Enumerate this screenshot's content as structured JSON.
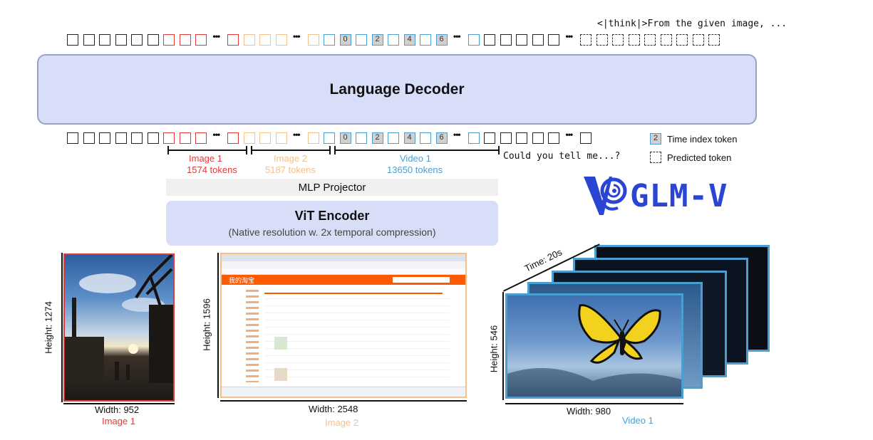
{
  "top_caption": "<|think|>From the given image, ...",
  "decoder_label": "Language Decoder",
  "question_text": "Could you tell me...?",
  "legend": {
    "time_index_sample": "2",
    "time_index_label": "Time index token",
    "predicted_label": "Predicted token"
  },
  "time_tokens": [
    "0",
    "2",
    "4",
    "6"
  ],
  "segments": {
    "image1": {
      "name": "Image 1",
      "tokens": "1574 tokens"
    },
    "image2": {
      "name": "Image 2",
      "tokens": "5187 tokens"
    },
    "video1": {
      "name": "Video 1",
      "tokens": "13650 tokens"
    }
  },
  "mlp_label": "MLP Projector",
  "vit": {
    "title": "ViT Encoder",
    "subtitle": "(Native resolution w. 2x temporal compression)"
  },
  "logo_text": "GLM-V",
  "image1": {
    "height_label": "Height: 1274",
    "width_label": "Width: 952",
    "caption": "Image 1"
  },
  "image2": {
    "height_label": "Height: 1596",
    "width_label": "Width: 2548",
    "caption": "Image 2",
    "shop_title": "我的淘宝"
  },
  "video1": {
    "height_label": "Height: 546",
    "width_label": "Width: 980",
    "caption": "Video 1",
    "time_label": "Time: 20s"
  },
  "colors": {
    "red": "#e03b3b",
    "orange": "#f5c08a",
    "blue": "#4a9fd0",
    "logo_blue": "#2a44d4"
  }
}
